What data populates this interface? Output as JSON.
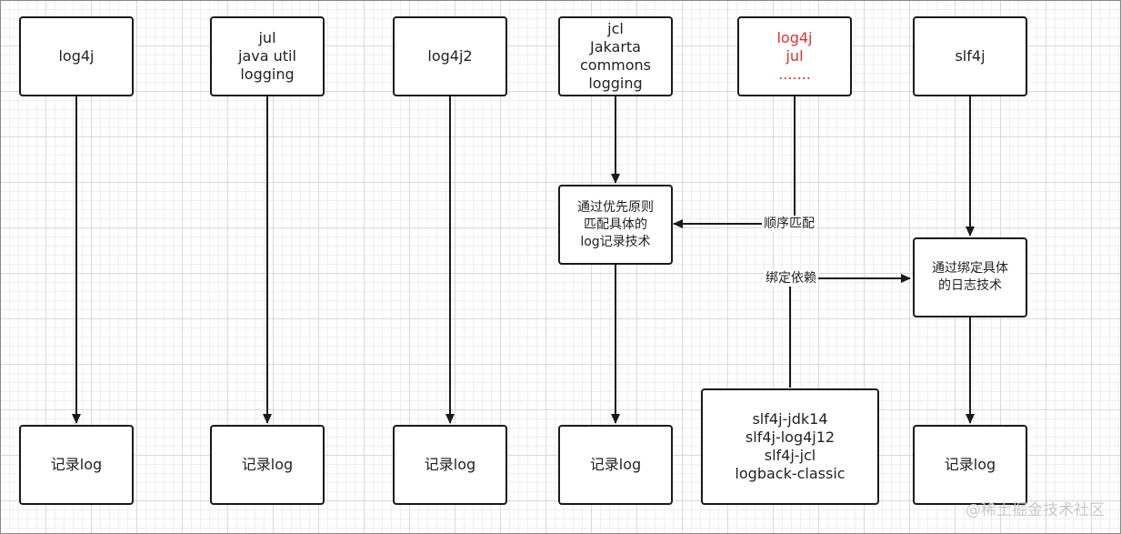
{
  "top_boxes": [
    {
      "lines": [
        "log4j"
      ]
    },
    {
      "lines": [
        "jul",
        "java util",
        "logging"
      ]
    },
    {
      "lines": [
        "log4j2"
      ]
    },
    {
      "lines": [
        "jcl",
        "Jakarta",
        "commons",
        "logging"
      ]
    },
    {
      "lines": [
        "log4j",
        "jul",
        "......."
      ]
    },
    {
      "lines": [
        "slf4j"
      ]
    }
  ],
  "bottom_boxes": [
    {
      "label": "记录log"
    },
    {
      "label": "记录log"
    },
    {
      "label": "记录log"
    },
    {
      "label": "记录log"
    },
    {
      "label": "记录log"
    }
  ],
  "jcl_match_box": {
    "lines": [
      "通过优先原则",
      "匹配具体的",
      "log记录技术"
    ]
  },
  "slf4j_bind_box": {
    "lines": [
      "通过绑定具体",
      "的日志技术"
    ]
  },
  "binding_libs_box": {
    "lines": [
      "slf4j-jdk14",
      "slf4j-log4j12",
      "slf4j-jcl",
      "logback-classic"
    ]
  },
  "edge_labels": {
    "order_match": "顺序匹配",
    "binding_dependency": "绑定依赖"
  },
  "watermark": "@稀土掘金技术社区",
  "colors": {
    "highlight": "#e03030",
    "stroke": "#1a1a1a"
  }
}
